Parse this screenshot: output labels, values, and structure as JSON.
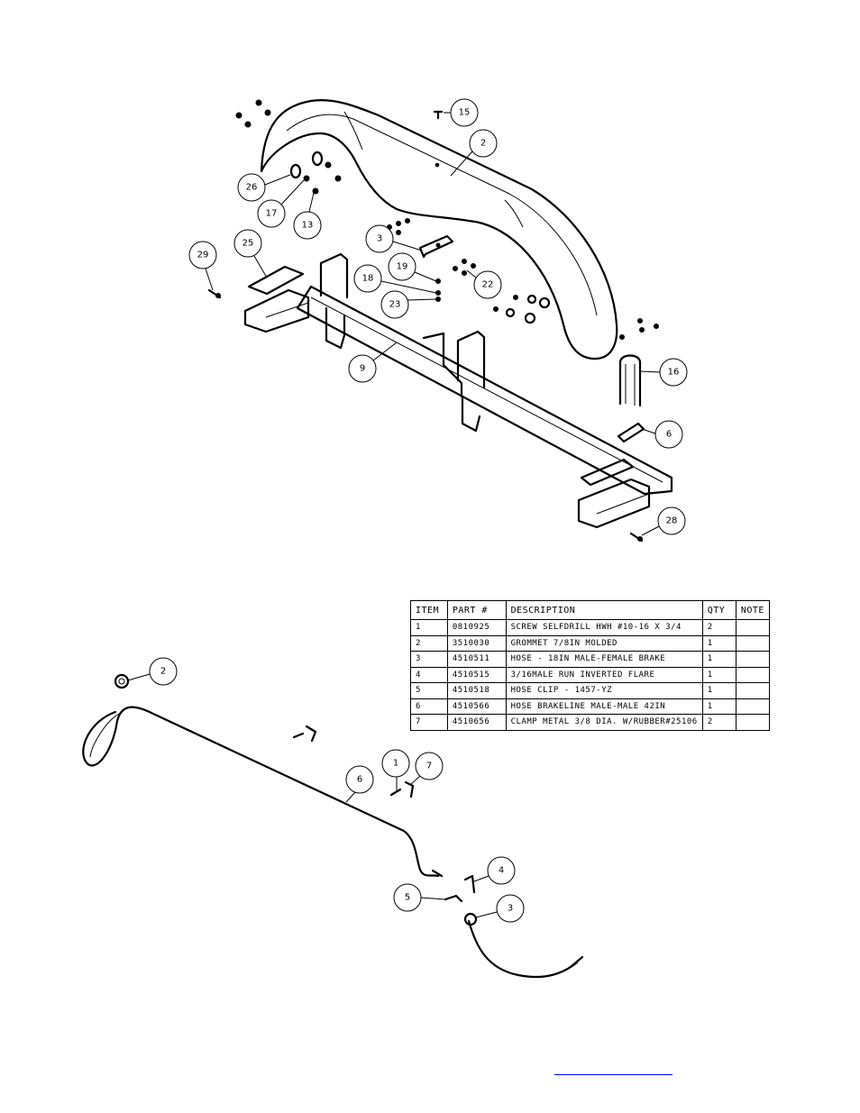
{
  "top_callouts": [
    "15",
    "2",
    "26",
    "17",
    "13",
    "3",
    "19",
    "22",
    "18",
    "23",
    "29",
    "25",
    "9",
    "16",
    "6",
    "28"
  ],
  "bottom_callouts": [
    "2",
    "6",
    "1",
    "7",
    "4",
    "5",
    "3"
  ],
  "bom": {
    "headers": {
      "item": "ITEM",
      "part": "PART #",
      "desc": "DESCRIPTION",
      "qty": "QTY",
      "note": "NOTE"
    },
    "rows": [
      {
        "item": "1",
        "part": "0810925",
        "desc": "SCREW SELFDRILL HWH #10-16 X 3/4",
        "qty": "2",
        "note": ""
      },
      {
        "item": "2",
        "part": "3510030",
        "desc": "GROMMET  7/8IN MOLDED",
        "qty": "1",
        "note": ""
      },
      {
        "item": "3",
        "part": "4510511",
        "desc": "HOSE - 18IN MALE-FEMALE BRAKE",
        "qty": "1",
        "note": ""
      },
      {
        "item": "4",
        "part": "4510515",
        "desc": "3/16MALE RUN INVERTED FLARE",
        "qty": "1",
        "note": ""
      },
      {
        "item": "5",
        "part": "4510518",
        "desc": "HOSE CLIP - 1457-YZ",
        "qty": "1",
        "note": ""
      },
      {
        "item": "6",
        "part": "4510566",
        "desc": "HOSE BRAKELINE MALE-MALE 42IN",
        "qty": "1",
        "note": ""
      },
      {
        "item": "7",
        "part": "4510656",
        "desc": "CLAMP METAL 3/8 DIA. W/RUBBER#25106",
        "qty": "2",
        "note": ""
      }
    ]
  }
}
